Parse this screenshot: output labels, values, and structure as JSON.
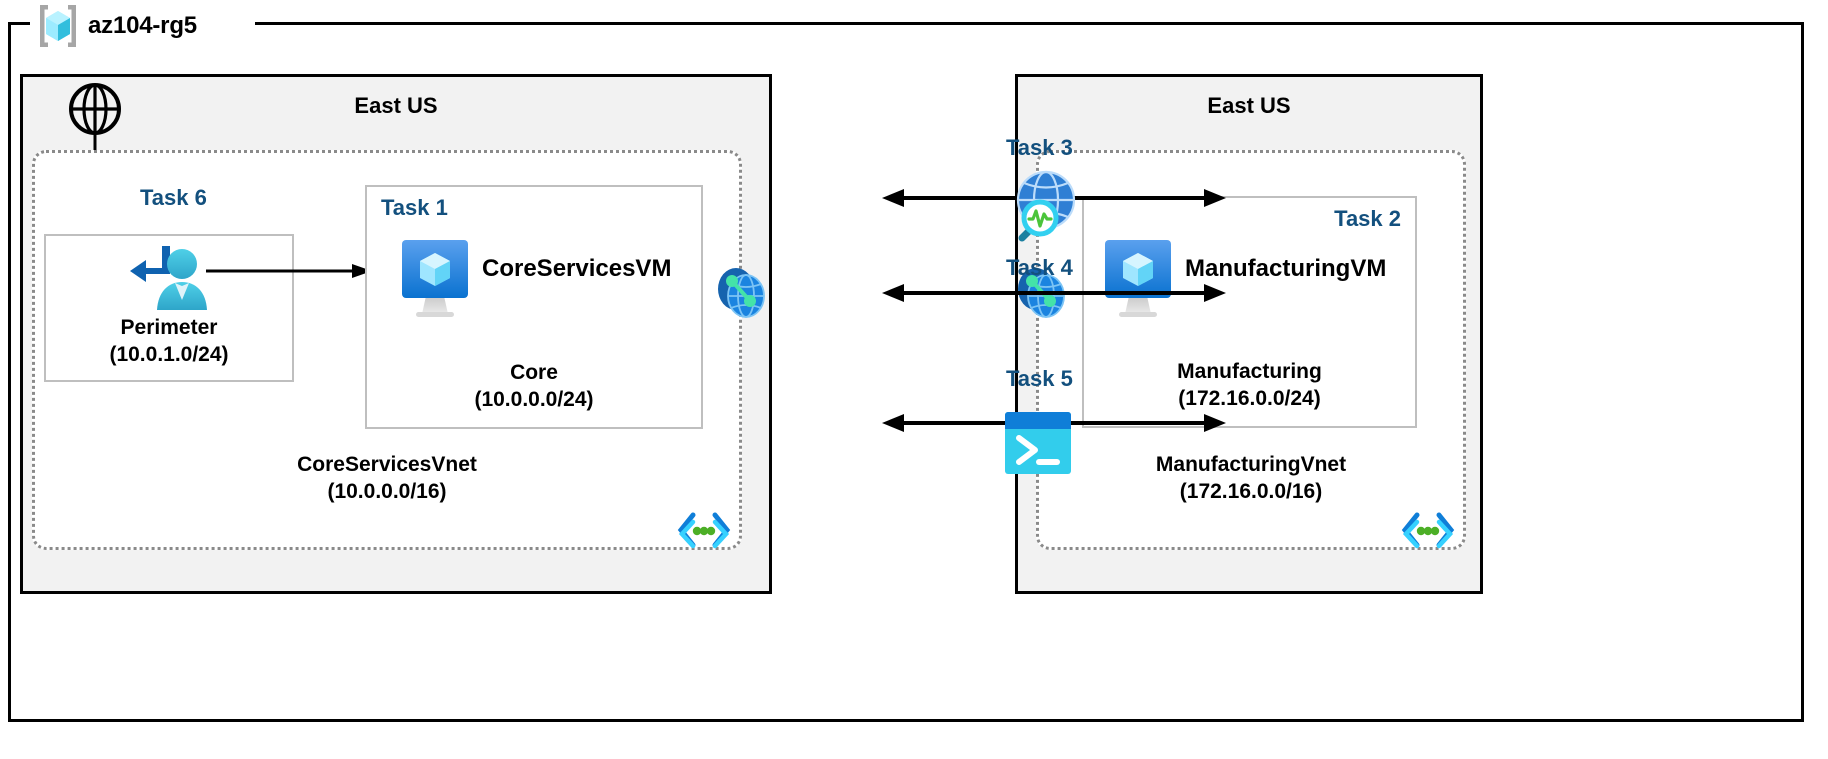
{
  "diagram": {
    "title": "az104-rg5",
    "resource_group_icon": "resource-group-cube-icon"
  },
  "regions": [
    {
      "id": "left",
      "name": "East US"
    },
    {
      "id": "right",
      "name": "East US"
    }
  ],
  "vnets": [
    {
      "id": "core",
      "name": "CoreServicesVnet",
      "cidr": "(10.0.0.0/16)",
      "icon": "vnet-subnet-code-icon"
    },
    {
      "id": "manufacturing",
      "name": "ManufacturingVnet",
      "cidr": "(172.16.0.0/16)",
      "icon": "vnet-subnet-code-icon"
    }
  ],
  "subnets": [
    {
      "id": "perimeter",
      "task": "Task 6",
      "name": "Perimeter",
      "cidr": "(10.0.1.0/24)",
      "icon": "bastion-user-icon"
    },
    {
      "id": "core",
      "task": "Task 1",
      "name": "Core",
      "cidr": "(10.0.0.0/24)",
      "vm": "CoreServicesVM",
      "icon": "virtual-machine-icon"
    },
    {
      "id": "manufacturing",
      "task": "Task 2",
      "name": "Manufacturing",
      "cidr": "(172.16.0.0/24)",
      "vm": "ManufacturingVM",
      "icon": "virtual-machine-icon"
    }
  ],
  "connectors": [
    {
      "id": "task3",
      "task": "Task 3",
      "icon": "network-watcher-icon",
      "arrows": "bidirectional"
    },
    {
      "id": "task4",
      "task": "Task 4",
      "icon": "vnet-peering-icon",
      "arrows": "bidirectional"
    },
    {
      "id": "task5",
      "task": "Task 5",
      "icon": "cloud-shell-icon",
      "arrows": "bidirectional"
    }
  ],
  "peering_icons": [
    {
      "id": "peering-left",
      "icon": "vnet-peering-icon"
    },
    {
      "id": "peering-right",
      "icon": "vnet-peering-icon"
    }
  ],
  "internet": {
    "icon": "internet-globe-icon"
  },
  "colors": {
    "task_label": "#13507e",
    "region_fill": "#f2f2f2",
    "vnet_border": "#8a8a8a",
    "subnet_border": "#bfbfbf",
    "frame": "#000000",
    "azure_blue": "#0078d4",
    "cyan": "#50e6ff",
    "green": "#5ee0a0"
  }
}
